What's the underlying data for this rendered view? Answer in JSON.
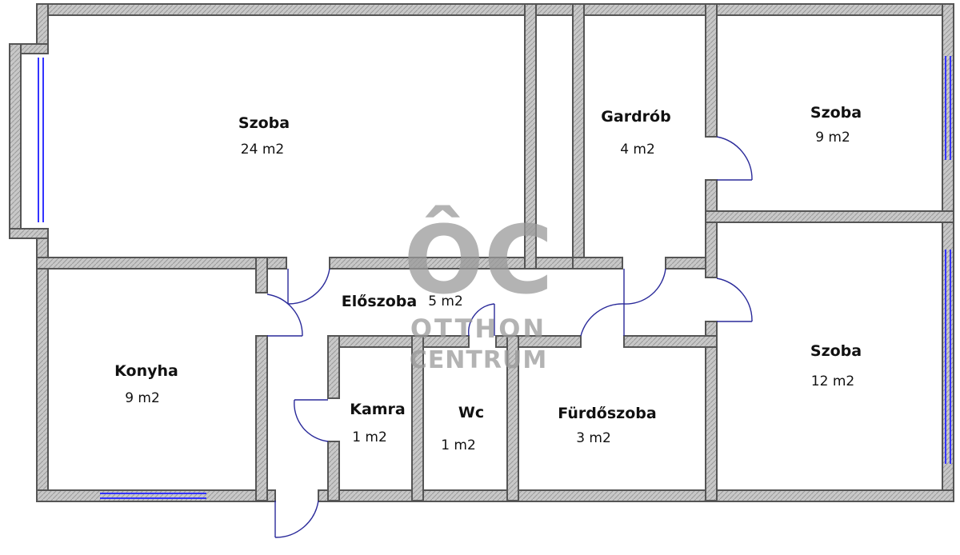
{
  "rooms": [
    {
      "name": "Szoba",
      "area": "24 m2"
    },
    {
      "name": "Gardrób",
      "area": "4 m2"
    },
    {
      "name": "Szoba",
      "area": "9 m2"
    },
    {
      "name": "Konyha",
      "area": "9 m2"
    },
    {
      "name": "Előszoba",
      "area": "5 m2"
    },
    {
      "name": "Kamra",
      "area": "1 m2"
    },
    {
      "name": "Wc",
      "area": "1 m2"
    },
    {
      "name": "Fürdőszoba",
      "area": "3 m2"
    },
    {
      "name": "Szoba",
      "area": "12 m2"
    }
  ],
  "watermark": {
    "monogram": "ÔC",
    "line1": "OTTHON",
    "line2": "CENTRUM"
  },
  "colors": {
    "wall_fill": "#c8c8c8",
    "wall_outline": "#555555",
    "door": "#2a2a9a",
    "window": "#3333ff",
    "watermark": "#9a9a9a"
  }
}
